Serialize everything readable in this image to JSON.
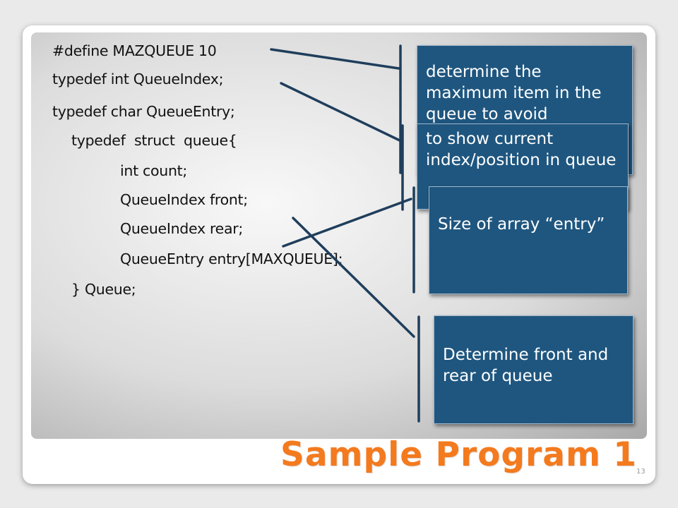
{
  "slide": {
    "title": "Sample Program 1",
    "number": "13"
  },
  "code": {
    "lines": [
      "#define MAZQUEUE 10",
      "typedef int QueueIndex;",
      "typedef char QueueEntry;",
      "typedef  struct  queue{",
      "int count;",
      "QueueIndex front;",
      "QueueIndex rear;",
      "QueueEntry entry[MAXQUEUE];",
      "} Queue;"
    ]
  },
  "callouts": {
    "maxqueue": "determine the maximum item in the queue to avoid",
    "index": "to show current index/position in queue",
    "size": "Size of array “entry”",
    "front_rear": "Determine front and rear of queue"
  },
  "colors": {
    "callout_fill": "#1f567f",
    "connector_line": "#1f3e5c",
    "title": "#f47a1e"
  }
}
